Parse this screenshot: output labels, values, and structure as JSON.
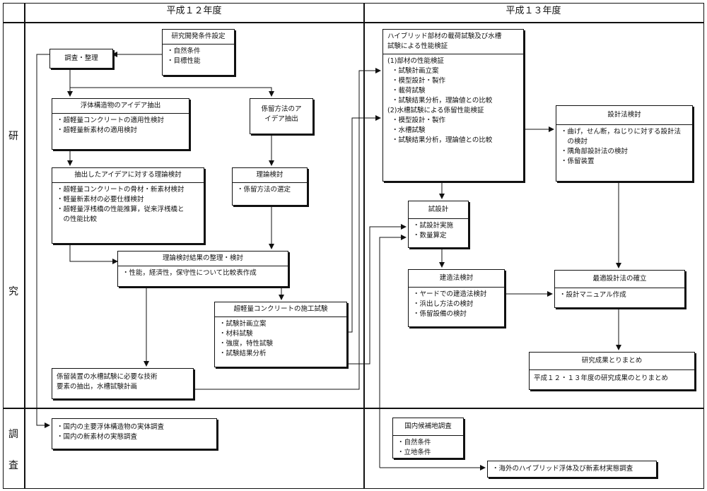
{
  "headers": {
    "year12": "平成１２年度",
    "year13": "平成１３年度"
  },
  "side_labels": {
    "kenkyu_1": "研",
    "kenkyu_2": "究",
    "chosa_1": "調",
    "chosa_2": "査"
  },
  "boxes": {
    "kaihatsu": {
      "title": "研究開発条件設定",
      "items": [
        "・自然条件",
        "・目標性能"
      ]
    },
    "chosa_seiri": {
      "title": "調査・整理"
    },
    "idea": {
      "title": "浮体構造物のアイデア抽出",
      "items": [
        "・超軽量コンクリートの適用性検討",
        "・超軽量新素材の適用検討"
      ]
    },
    "keiryu_idea": {
      "title_1": "係留方法のア",
      "title_2": "イデア抽出"
    },
    "riron_idea": {
      "title": "抽出したアイデアに対する理論検討",
      "items": [
        "・超軽量コンクリートの骨材・新素材検討",
        "・軽量新素材の必要仕様検討",
        "・超軽量浮桟橋の性能推算，従来浮桟橋と",
        "　の性能比較"
      ]
    },
    "riron_keiryu": {
      "title": "理論検討",
      "items": [
        "・係留方法の選定"
      ]
    },
    "seiri_kento": {
      "title": "理論検討結果の整理・検討",
      "items": [
        "・性能，経済性，保守性について比較表作成"
      ]
    },
    "sekou": {
      "title": "超軽量コンクリートの施工試験",
      "items": [
        "・試験計画立案",
        "・材料試験",
        "・強度，特性試験",
        "・試験結果分析"
      ]
    },
    "keiryu_sochi": {
      "title_1": "係留装置の水槽試験に必要な技術",
      "title_2": "要素の抽出，水槽試験計画"
    },
    "hybrid": {
      "title_1": "ハイブリッド部材の載荷試験及び水槽",
      "title_2": "試験による性能検証",
      "items": [
        "(1)部材の性能検証",
        "・試験計画立案",
        "・模型設計・製作",
        "・載荷試験",
        "・試験結果分析，理論値との比較",
        "(2)水槽試験による係留性能検証",
        "・模型設計・製作",
        "・水槽試験",
        "・試験結果分析，理論値との比較"
      ]
    },
    "sekkeihou": {
      "title": "設計法検討",
      "items": [
        "・曲げ，せん断，ねじりに対する設計法",
        "　の検討",
        "・隅角部設計法の検討",
        "・係留装置"
      ]
    },
    "shisekkei": {
      "title": "試設計",
      "items": [
        "・試設計実施",
        "・数量算定"
      ]
    },
    "kenzouhou": {
      "title": "建造法検討",
      "items": [
        "・ヤードでの建造法検討",
        "・浜出し方法の検討",
        "・係留設備の検討"
      ]
    },
    "saiteki": {
      "title": "最適設計法の確立",
      "items": [
        "・設計マニュアル作成"
      ]
    },
    "matome": {
      "title": "研究成果とりまとめ",
      "items": [
        "平成１２・１３年度の研究成果のとりまとめ"
      ]
    },
    "chosa12": {
      "items": [
        "・国内の主要浮体構造物の実体調査",
        "・国内の新素材の実態調査"
      ]
    },
    "kohochi": {
      "title": "国内候補地調査",
      "items": [
        "・自然条件",
        "・立地条件"
      ]
    },
    "kaigai": {
      "items": [
        "・海外のハイブリッド浮体及び新素材実態調査"
      ]
    }
  }
}
